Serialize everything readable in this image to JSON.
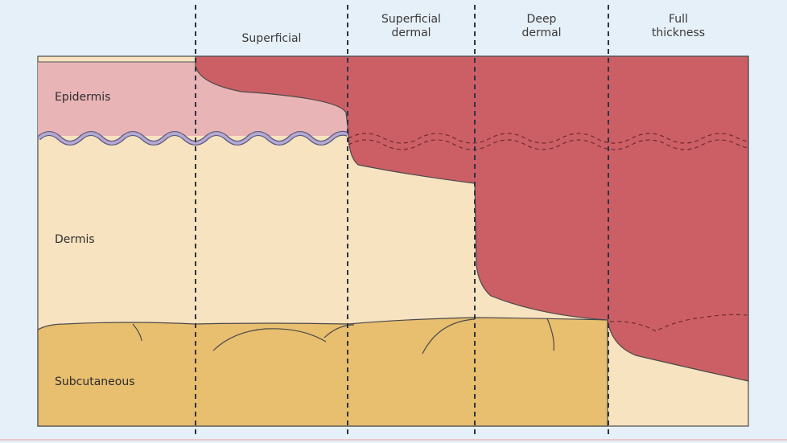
{
  "columns": {
    "superficial": [
      "Superficial"
    ],
    "superficial_dermal": [
      "Superficial",
      "dermal"
    ],
    "deep_dermal": [
      "Deep",
      "dermal"
    ],
    "full_thickness": [
      "Full",
      "thickness"
    ]
  },
  "layers": {
    "epidermis": "Epidermis",
    "dermis": "Dermis",
    "subcutaneous": "Subcutaneous"
  },
  "colors": {
    "background": "#e6f0f8",
    "epidermis": "#e9b4b5",
    "dermis": "#f8e3c0",
    "subcutaneous": "#e8be6f",
    "burn": "#cc5f66",
    "basement_membrane": "#b5a9d4"
  }
}
